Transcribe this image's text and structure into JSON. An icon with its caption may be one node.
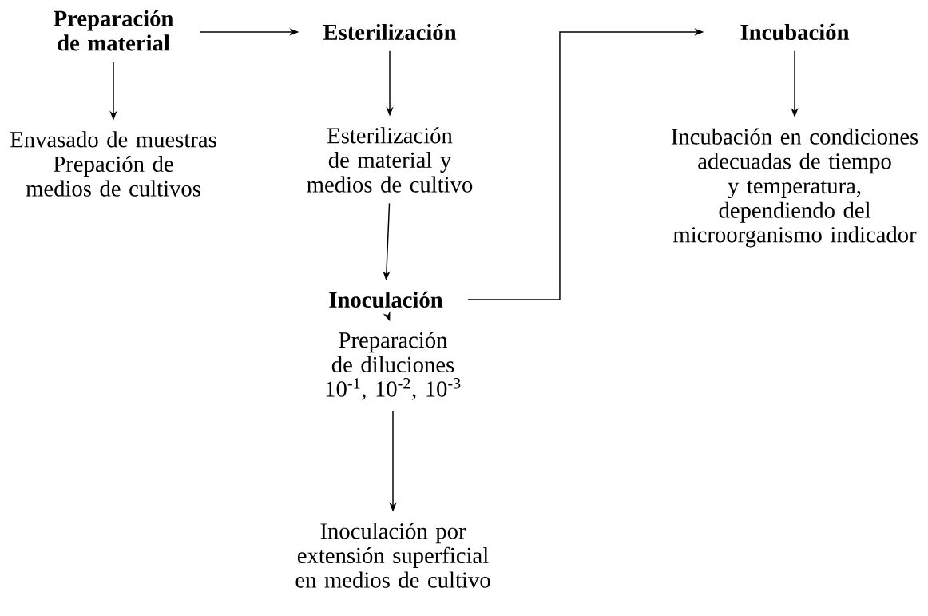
{
  "diagram": {
    "nodes": [
      {
        "text": [
          "Preparación de material"
        ]
      },
      {
        "text": [
          "Envasado de muestras Prepación de medios de cultivos"
        ]
      },
      {
        "text": [
          "Esterilización"
        ]
      },
      {
        "text": [
          "Esterilización de material y medios de cultivo"
        ]
      },
      {
        "text": [
          "Inoculación"
        ]
      },
      {
        "text": [
          "Preparación de diluciones 10$^{-1}$, 10$^{-2}$, 10$^{-3}$"
        ]
      },
      {
        "text": [
          "Inoculación por extensión superficial en medios de cultivo"
        ]
      },
      {
        "text": [
          "Incubación"
        ]
      },
      {
        "text": [
          "Incubación en condiciones adecuadas de tiempo y temperatura, dependiendo del microorganismo indicador"
        ]
      }
    ],
    "edges": [
      {
        "from": 0,
        "to": 2,
        "arrow": "to"
      },
      {
        "from": 0,
        "to": 1,
        "arrow": "to"
      },
      {
        "from": 2,
        "to": 3,
        "arrow": "to"
      },
      {
        "from": 3,
        "to": 4,
        "arrow": "to"
      },
      {
        "from": 4,
        "to": 7,
        "arrow": "to"
      },
      {
        "from": 4,
        "to": 5,
        "arrow": "to"
      },
      {
        "from": 5,
        "to": 6,
        "arrow": "to"
      },
      {
        "from": 7,
        "to": 8,
        "arrow": "to"
      }
    ]
  }
}
